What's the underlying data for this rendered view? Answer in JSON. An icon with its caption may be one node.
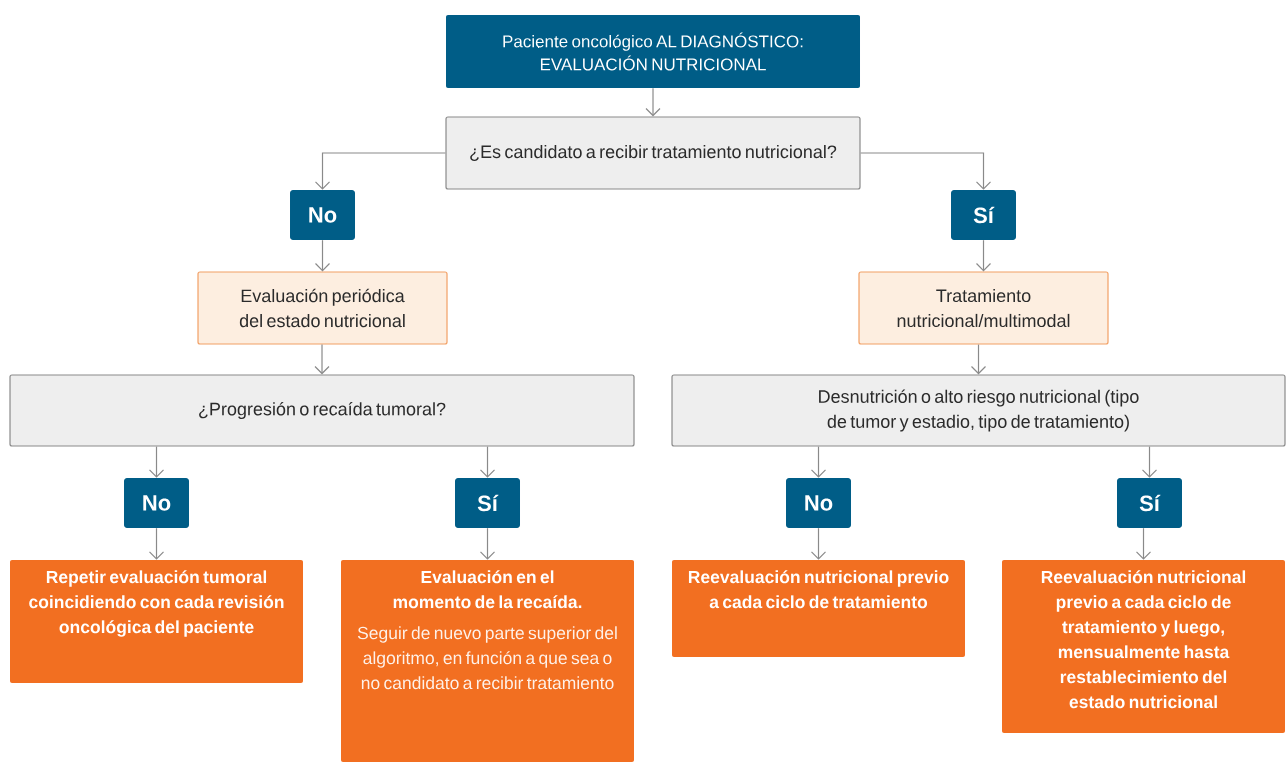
{
  "diagram": {
    "nodes": [
      {
        "text": [
          "Paciente oncológico AL DIAGNÓSTICO: EVALUACIÓN NUTRICIONAL"
        ]
      },
      {
        "text": [
          "¿Es candidato a recibir tratamiento nutricional?"
        ]
      },
      {
        "text": [
          "No"
        ]
      },
      {
        "text": [
          "Sí"
        ]
      },
      {
        "text": [
          "Evaluación periódica del estado nutricional"
        ]
      },
      {
        "text": [
          "Tratamiento nutricional/multimodal"
        ]
      },
      {
        "text": [
          "¿Progresión o recaída tumoral?"
        ]
      },
      {
        "text": [
          "Desnutrición o alto riesgo nutricional (tipo de tumor y estadio, tipo de tratamiento)"
        ]
      },
      {
        "text": [
          "No"
        ]
      },
      {
        "text": [
          "Sí"
        ]
      },
      {
        "text": [
          "No"
        ]
      },
      {
        "text": [
          "Sí"
        ]
      },
      {
        "text": [
          "Repetir evaluación tumoral coincidiendo con cada revisión oncológica del paciente"
        ]
      },
      {
        "text": [
          "Evaluación en el momento de la recaída.",
          "Seguir de nuevo parte superior del algoritmo, en función a que sea o no candidato a recibir tratamiento"
        ]
      },
      {
        "text": [
          "Reevaluación nutricional previo a cada ciclo de tratamiento"
        ]
      },
      {
        "text": [
          "Reevaluación nutricional previo a cada ciclo de tratamiento y luego, mensualmente hasta restablecimiento del estado nutricional"
        ]
      }
    ],
    "edges": [
      {
        "from": 0,
        "to": 1,
        "arrow": "to"
      },
      {
        "from": 1,
        "to": 2,
        "arrow": "to"
      },
      {
        "from": 1,
        "to": 3,
        "arrow": "to"
      },
      {
        "from": 2,
        "to": 4,
        "arrow": "to"
      },
      {
        "from": 3,
        "to": 5,
        "arrow": "to"
      },
      {
        "from": 4,
        "to": 6,
        "arrow": "to"
      },
      {
        "from": 5,
        "to": 7,
        "arrow": "to"
      },
      {
        "from": 6,
        "to": 8,
        "arrow": "to"
      },
      {
        "from": 6,
        "to": 9,
        "arrow": "to"
      },
      {
        "from": 7,
        "to": 10,
        "arrow": "to"
      },
      {
        "from": 7,
        "to": 11,
        "arrow": "to"
      },
      {
        "from": 8,
        "to": 12,
        "arrow": "to"
      },
      {
        "from": 9,
        "to": 13,
        "arrow": "to"
      },
      {
        "from": 10,
        "to": 14,
        "arrow": "to"
      },
      {
        "from": 11,
        "to": 15,
        "arrow": "to"
      }
    ]
  }
}
